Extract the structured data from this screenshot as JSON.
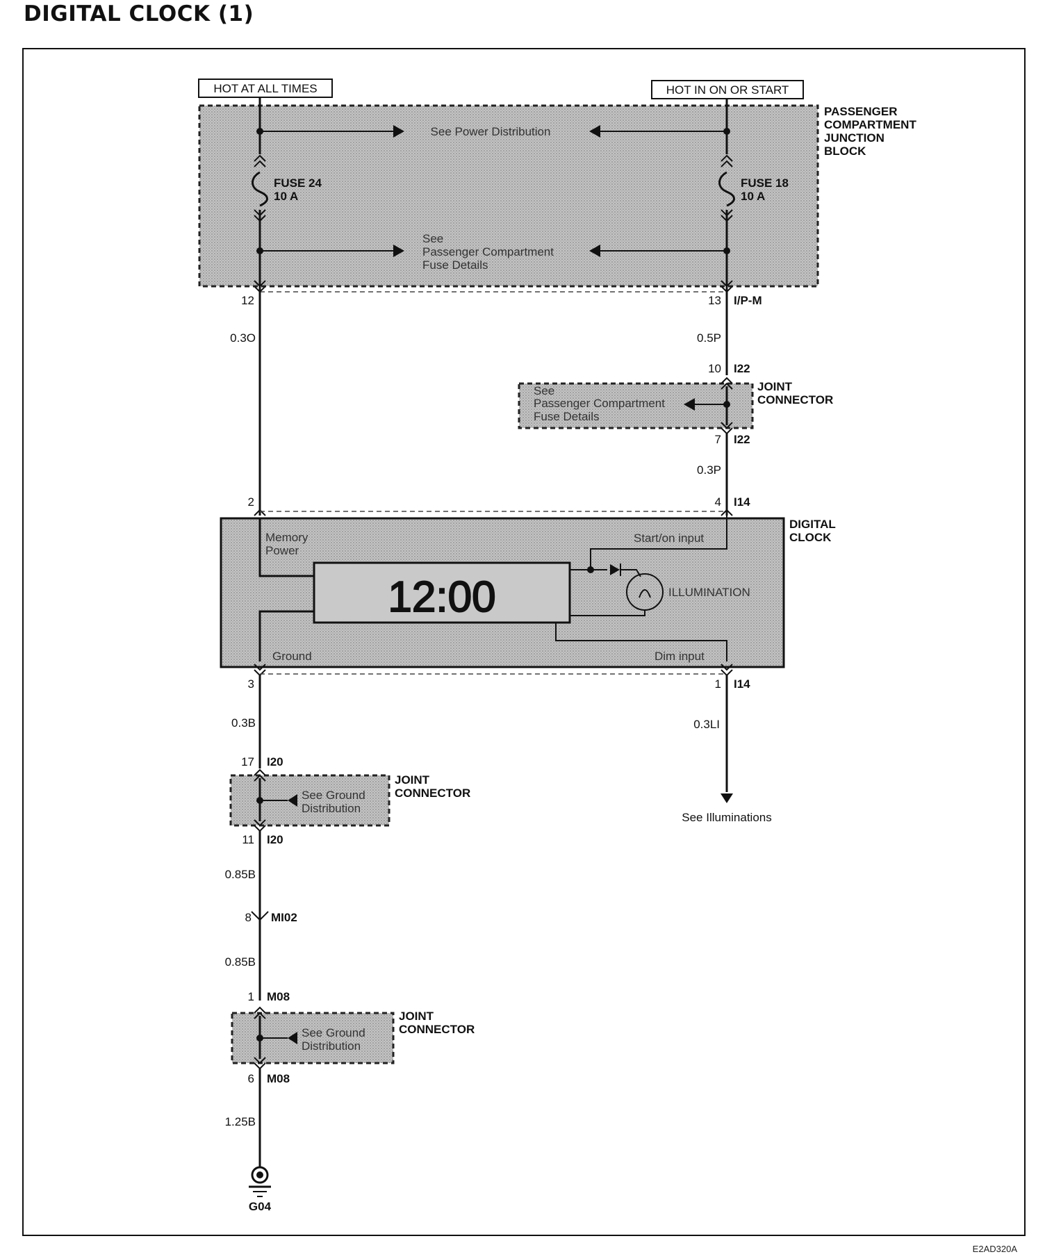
{
  "title": "DIGITAL CLOCK (1)",
  "figure_code": "E2AD320A",
  "supply_labels": {
    "left": "HOT AT ALL TIMES",
    "right": "HOT IN ON OR START"
  },
  "junction_block": {
    "name_lines": [
      "PASSENGER",
      "COMPARTMENT",
      "JUNCTION",
      "BLOCK"
    ],
    "power_distribution_ref": "See Power Distribution",
    "fuse_details_ref_lines": [
      "See",
      "Passenger Compartment",
      "Fuse Details"
    ],
    "fuse_left": {
      "name": "FUSE 24",
      "rating": "10 A"
    },
    "fuse_right": {
      "name": "FUSE 18",
      "rating": "10 A"
    }
  },
  "left_wire": {
    "pin_top": "12",
    "wire_top": "0.3O",
    "clock_pin_top": "2",
    "clock_pin_bottom": "3",
    "wire_after_clock": "0.3B",
    "jc1_pin_in": "17",
    "jc1_conn": "I20",
    "jc1_pin_out": "11",
    "jc1_conn_out": "I20",
    "wire_after_jc1": "0.85B",
    "mi02_pin": "8",
    "mi02_conn": "MI02",
    "wire_after_mi02": "0.85B",
    "jc2_pin_in": "1",
    "jc2_conn": "M08",
    "jc2_pin_out": "6",
    "jc2_conn_out": "M08",
    "wire_to_ground": "1.25B",
    "ground": "G04"
  },
  "right_wire": {
    "pin_top": "13",
    "connector_top": "I/P-M",
    "wire_top": "0.5P",
    "jc_pin_in": "10",
    "jc_conn_in": "I22",
    "jc_pin_out": "7",
    "jc_conn_out": "I22",
    "wire_after_jc": "0.3P",
    "clock_pin_top": "4",
    "clock_conn_top": "I14",
    "clock_pin_bottom": "1",
    "clock_conn_bottom": "I14",
    "wire_bottom": "0.3LI",
    "illumination_ref": "See Illuminations"
  },
  "joint_connector_label_lines": [
    "JOINT",
    "CONNECTOR"
  ],
  "ground_distribution_ref_lines": [
    "See Ground",
    "Distribution"
  ],
  "digital_clock": {
    "name_lines": [
      "DIGITAL",
      "CLOCK"
    ],
    "memory_power_lines": [
      "Memory",
      "Power"
    ],
    "start_on_input": "Start/on input",
    "illumination": "ILLUMINATION",
    "ground": "Ground",
    "dim_input": "Dim input",
    "display": "12:00"
  }
}
